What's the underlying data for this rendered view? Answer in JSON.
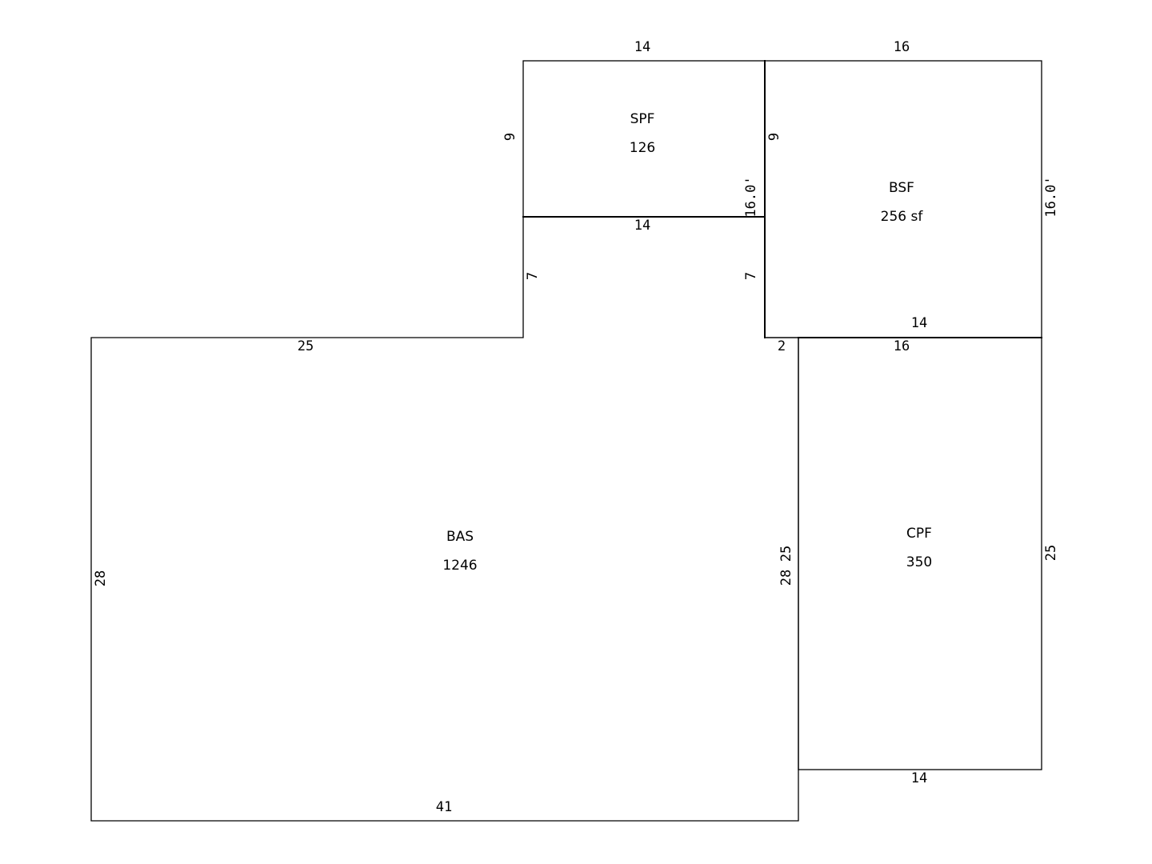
{
  "areas": {
    "spf": {
      "name": "SPF",
      "value": "126"
    },
    "bsf": {
      "name": "BSF",
      "value": "256 sf"
    },
    "bas": {
      "name": "BAS",
      "value": "1246"
    },
    "cpf": {
      "name": "CPF",
      "value": "350"
    }
  },
  "dimensions": {
    "spf_top": "14",
    "spf_left": "9",
    "spf_bottom": "14",
    "spf_right": "9",
    "spf_right_total": "16.0'",
    "bsf_top": "16",
    "bsf_right": "16.0'",
    "bsf_bottom": "14",
    "bsf_left_lower": "7",
    "bas_notch_left": "7",
    "bas_top_left": "25",
    "bas_left": "28",
    "bas_bottom": "41",
    "bas_right": "28",
    "bas_right_jog": "2",
    "cpf_top": "16",
    "cpf_left": "25",
    "cpf_right": "25",
    "cpf_bottom": "14"
  }
}
